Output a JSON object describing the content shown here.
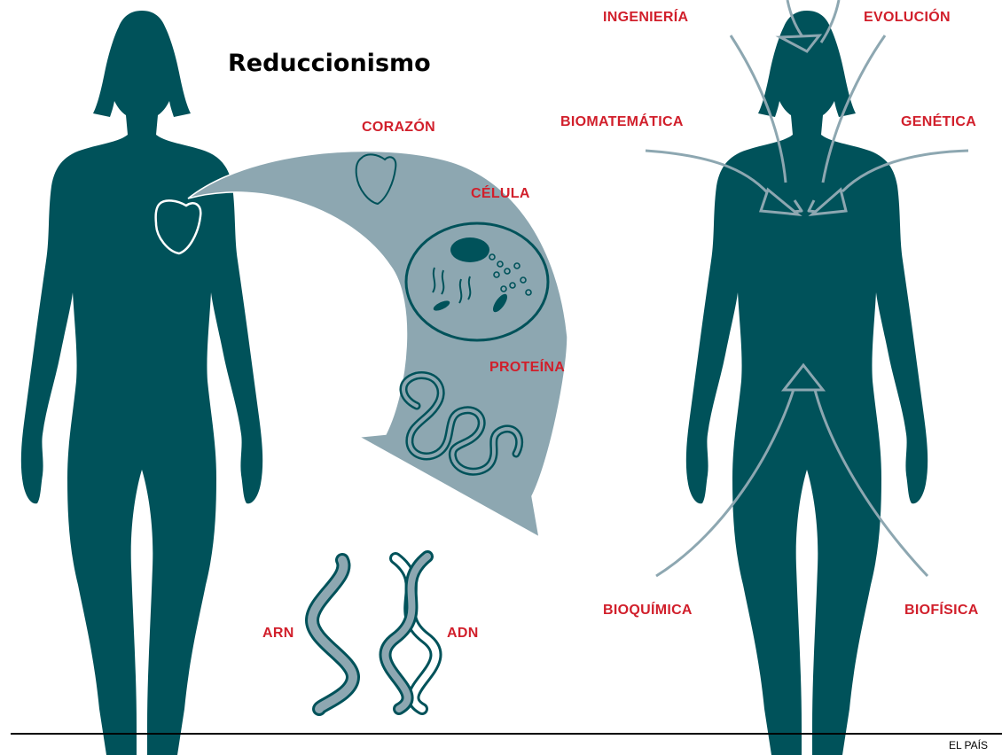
{
  "title": "Reduccionismo",
  "credit": "EL PAÍS",
  "colors": {
    "silhouette": "#00525a",
    "arrow": "#8da7b1",
    "label": "#d11f2b"
  },
  "reduction_labels": {
    "heart": "CORAZÓN",
    "cell": "CÉLULA",
    "protein": "PROTEÍNA",
    "rna": "ARN",
    "dna": "ADN"
  },
  "integration_labels": {
    "engineering": "INGENIERÍA",
    "evolution": "EVOLUCIÓN",
    "biomathematics": "BIOMATEMÁTICA",
    "genetics": "GENÉTICA",
    "biochemistry": "BIOQUÍMICA",
    "biophysics": "BIOFÍSICA"
  }
}
